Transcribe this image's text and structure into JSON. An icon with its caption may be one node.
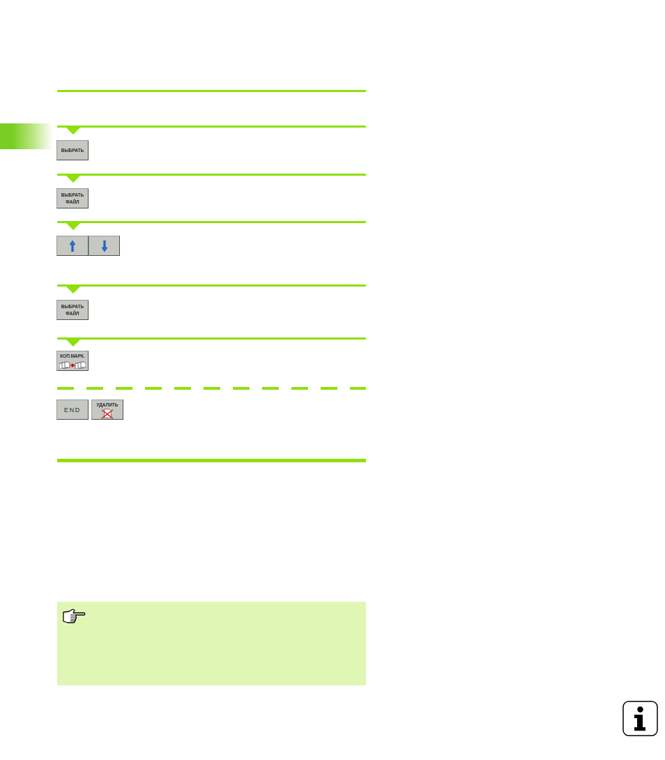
{
  "diagram": {
    "nodes": [
      {
        "text": [],
        "shape": "bar"
      },
      {
        "text": [
          "ВЫБРАТЬ"
        ]
      },
      {
        "text": [
          "ВЫБРАТЬ ФАЙЛ"
        ]
      },
      {
        "text": [],
        "shape": "box"
      },
      {
        "text": [],
        "shape": "box"
      },
      {
        "text": [
          "ВЫБРАТЬ ФАЙЛ"
        ]
      },
      {
        "text": [
          "КОП.МАРК."
        ]
      },
      {
        "text": [
          "END"
        ]
      },
      {
        "text": [
          "УДАЛИТЬ"
        ]
      }
    ]
  }
}
